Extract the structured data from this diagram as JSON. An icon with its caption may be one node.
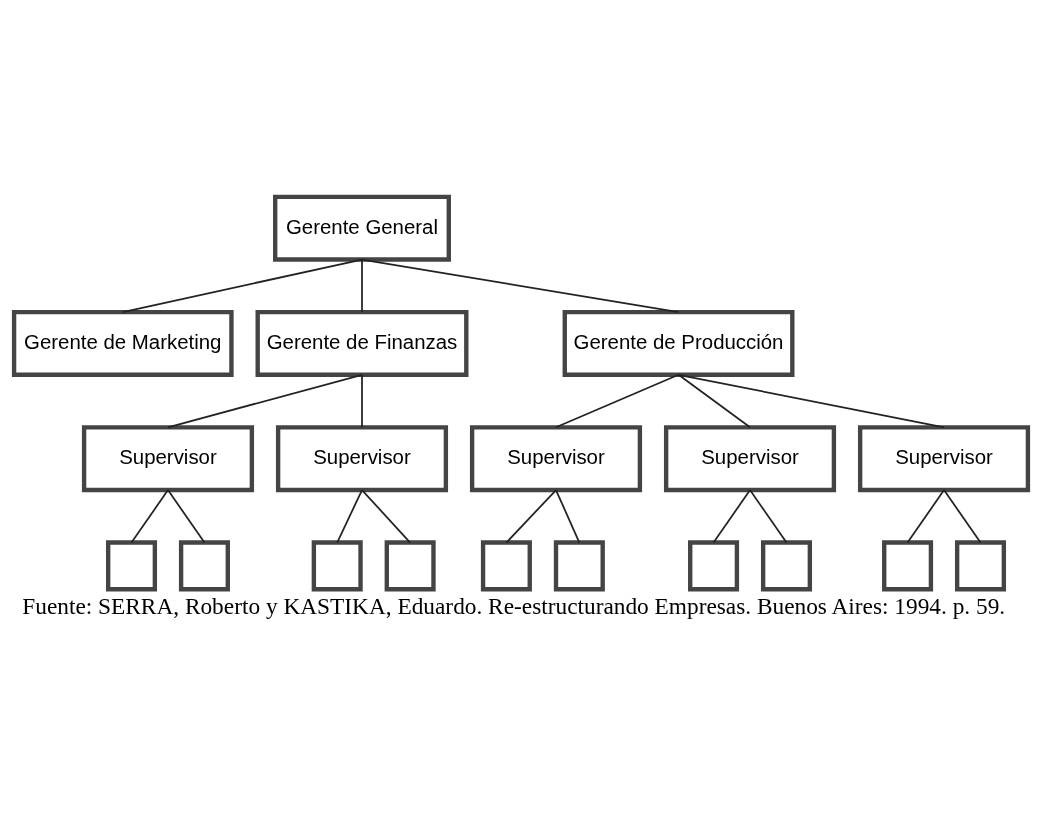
{
  "diagram": {
    "caption": "Fuente: SERRA, Roberto y KASTIKA, Eduardo. Re-estructurando Empresas. Buenos Aires: 1994. p. 59.",
    "nodes": [
      {
        "text": [
          "Gerente General"
        ]
      },
      {
        "text": [
          "Gerente de Marketing"
        ]
      },
      {
        "text": [
          "Gerente de Finanzas"
        ]
      },
      {
        "text": [
          "Gerente de Producción"
        ]
      },
      {
        "text": [
          "Supervisor"
        ]
      },
      {
        "text": [
          "Supervisor"
        ]
      },
      {
        "text": [
          "Supervisor"
        ]
      },
      {
        "text": [
          "Supervisor"
        ]
      },
      {
        "text": [
          "Supervisor"
        ]
      },
      {
        "text": [],
        "shape": "box"
      },
      {
        "text": [],
        "shape": "box"
      },
      {
        "text": [],
        "shape": "box"
      },
      {
        "text": [],
        "shape": "box"
      },
      {
        "text": [],
        "shape": "box"
      },
      {
        "text": [],
        "shape": "box"
      },
      {
        "text": [],
        "shape": "box"
      },
      {
        "text": [],
        "shape": "box"
      },
      {
        "text": [],
        "shape": "box"
      },
      {
        "text": [],
        "shape": "box"
      }
    ],
    "edges": [
      {
        "from": 0,
        "to": 1,
        "arrow": "none"
      },
      {
        "from": 0,
        "to": 2,
        "arrow": "none"
      },
      {
        "from": 0,
        "to": 3,
        "arrow": "none"
      },
      {
        "from": 2,
        "to": 4,
        "arrow": "none"
      },
      {
        "from": 2,
        "to": 5,
        "arrow": "none"
      },
      {
        "from": 3,
        "to": 6,
        "arrow": "none"
      },
      {
        "from": 3,
        "to": 7,
        "arrow": "none"
      },
      {
        "from": 3,
        "to": 8,
        "arrow": "none"
      },
      {
        "from": 4,
        "to": 9,
        "arrow": "none"
      },
      {
        "from": 4,
        "to": 10,
        "arrow": "none"
      },
      {
        "from": 5,
        "to": 11,
        "arrow": "none"
      },
      {
        "from": 5,
        "to": 12,
        "arrow": "none"
      },
      {
        "from": 6,
        "to": 13,
        "arrow": "none"
      },
      {
        "from": 6,
        "to": 14,
        "arrow": "none"
      },
      {
        "from": 7,
        "to": 15,
        "arrow": "none"
      },
      {
        "from": 7,
        "to": 16,
        "arrow": "none"
      },
      {
        "from": 8,
        "to": 17,
        "arrow": "none"
      },
      {
        "from": 8,
        "to": 18,
        "arrow": "none"
      }
    ]
  }
}
